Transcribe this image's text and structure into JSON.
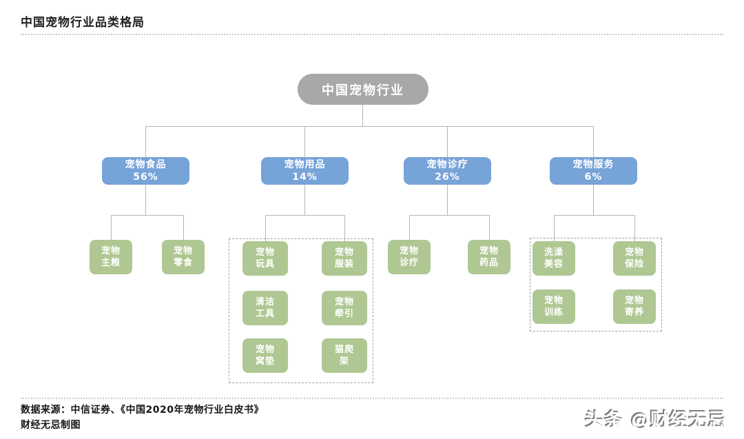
{
  "title": "中国宠物行业品类格局",
  "colors": {
    "root_gray": "#a8a8a8",
    "category_blue": "#76a3d8",
    "leaf_green": "#afc792",
    "connector_gray": "#b5b5b5"
  },
  "tree": {
    "root": "中国宠物行业",
    "categories": [
      {
        "label": "宠物食品",
        "share": "56%",
        "children": [
          {
            "label": "宠物\n主粮"
          },
          {
            "label": "宠物\n零食"
          }
        ]
      },
      {
        "label": "宠物用品",
        "share": "14%",
        "children": [
          {
            "label": "宠物\n玩具"
          },
          {
            "label": "宠物\n服装"
          },
          {
            "label": "清洁\n工具"
          },
          {
            "label": "宠物\n牵引"
          },
          {
            "label": "宠物\n窝垫"
          },
          {
            "label": "猫爬\n架"
          }
        ]
      },
      {
        "label": "宠物诊疗",
        "share": "26%",
        "children": [
          {
            "label": "宠物\n诊疗"
          },
          {
            "label": "宠物\n药品"
          }
        ]
      },
      {
        "label": "宠物服务",
        "share": "6%",
        "children": [
          {
            "label": "洗澡\n美容"
          },
          {
            "label": "宠物\n保险"
          },
          {
            "label": "宠物\n训练"
          },
          {
            "label": "宠物\n寄养"
          }
        ]
      }
    ]
  },
  "footer": {
    "source_line": "数据来源：中信证券、《中国2020年宠物行业白皮书》",
    "credit_line": "财经无忌制图"
  },
  "watermark": "头条 @财经无忌"
}
